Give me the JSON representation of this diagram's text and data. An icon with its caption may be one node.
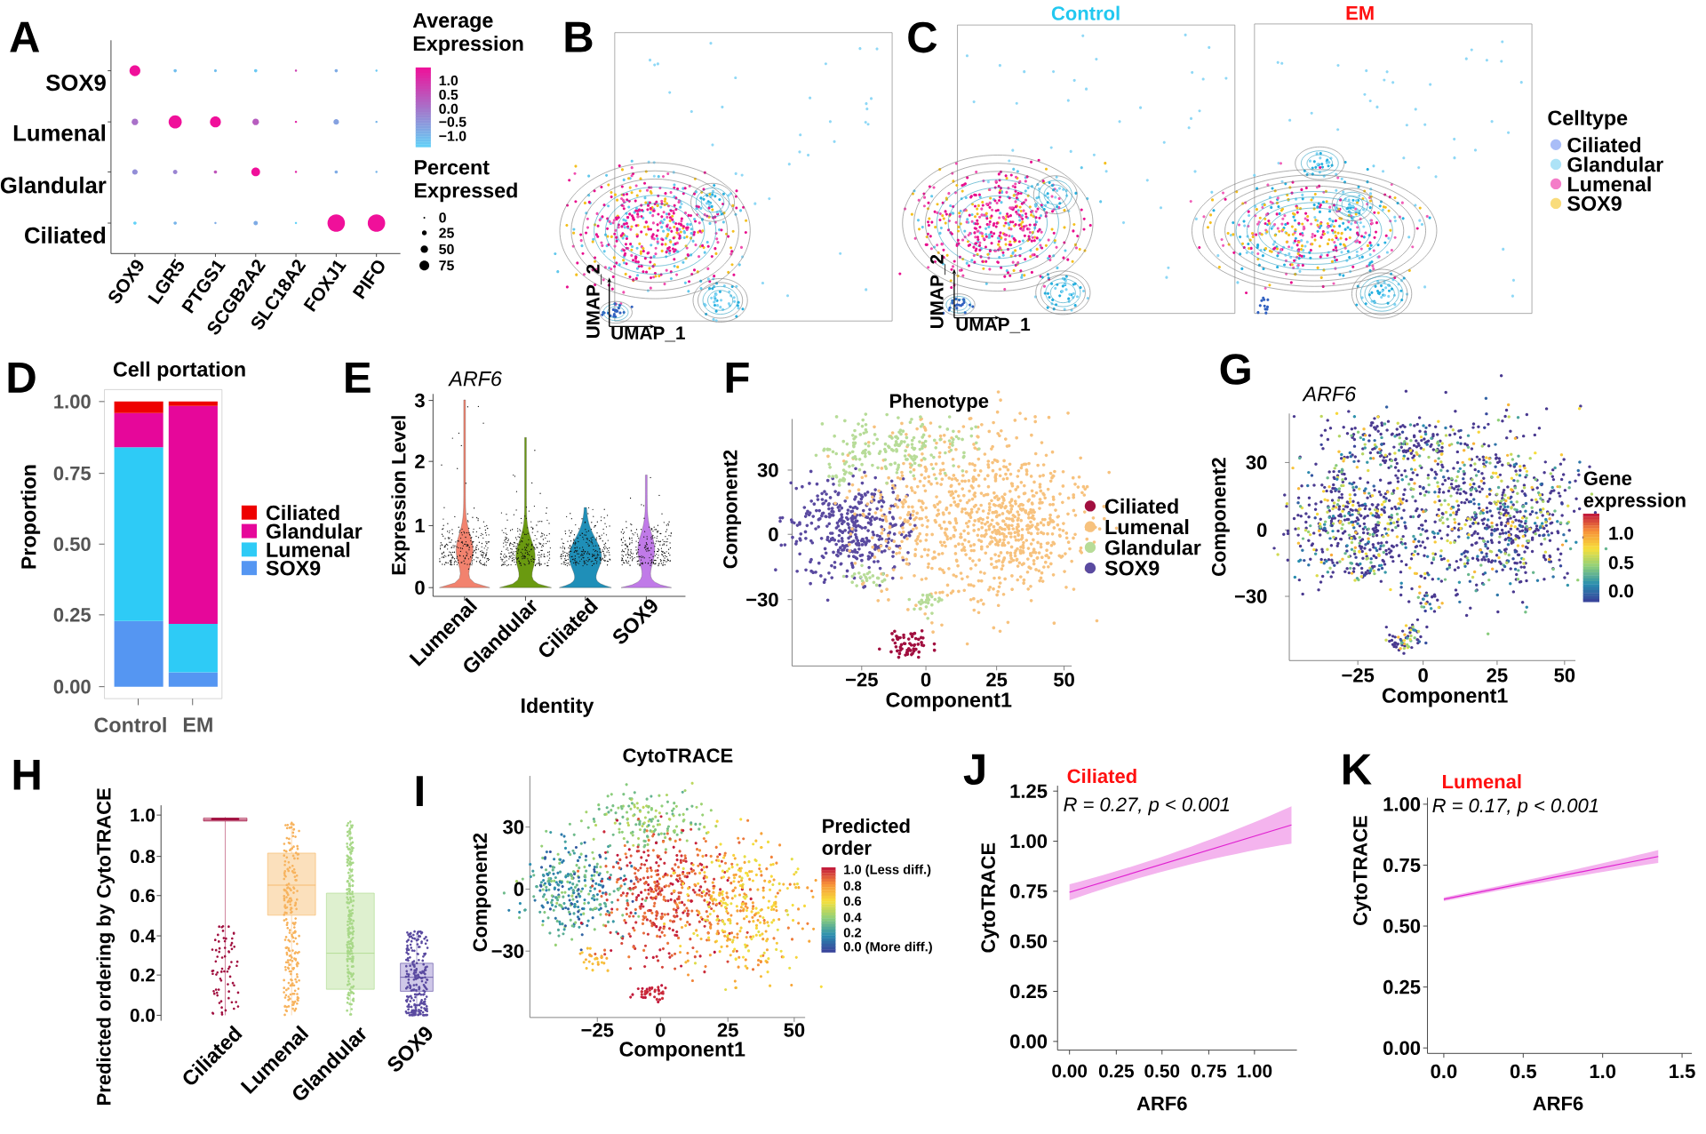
{
  "diagram": {
    "labels": [
      "A",
      "SOX9",
      "Lumenal",
      "Glandular",
      "Ciliated",
      "SOX9",
      "LGR5",
      "PTGS1",
      "SCGB2A2",
      "SLC18A2",
      "FOXJ1",
      "PIFO",
      "Average Expression",
      "1.0",
      "0.5",
      "0.0",
      "−0.5",
      "−1.0",
      "Percent Expressed",
      "B",
      "UMAP_2",
      "UMAP_1",
      "C",
      "Control",
      "EM",
      "UMAP_2",
      "UMAP_1",
      "Celltype",
      "D",
      "Cell portation",
      "Proportion",
      "1.00",
      "0.75",
      "0.50",
      "0.25",
      "0.00",
      "Control",
      "EM",
      "E",
      "ARF6",
      "Expression Level",
      "3",
      "2",
      "1",
      "0",
      "Lumenal",
      "Glandular",
      "Ciliated",
      "SOX9",
      "Identity",
      "F",
      "Phenotype",
      "Component2",
      "30",
      "0",
      "−30",
      "−25",
      "0",
      "25",
      "50",
      "Component1",
      "G",
      "ARF6",
      "Component2",
      "30",
      "0",
      "−30",
      "−25",
      "0",
      "25",
      "50",
      "Component1",
      "Gene expression",
      "1.0",
      "0.5",
      "0.0",
      "H",
      "Predicted ordering by CytoTRACE",
      "1.0",
      "0.8",
      "0.6",
      "0.4",
      "0.2",
      "0.0",
      "Ciliated",
      "Lumenal",
      "Glandular",
      "SOX9",
      "I",
      "CytoTRACE",
      "Component2",
      "30",
      "0",
      "−30",
      "−25",
      "0",
      "25",
      "50",
      "Component1",
      "Predicted order",
      "1.0 (Less diff.)",
      "0.8",
      "0.6",
      "0.4",
      "0.2",
      "0.0 (More diff.)",
      "J",
      "Ciliated",
      "R = 0.27, p < 0.001",
      "CytoTRACE",
      "1.25",
      "1.00",
      "0.75",
      "0.50",
      "0.25",
      "0.00",
      "0.00",
      "0.25",
      "0.50",
      "0.75",
      "1.00",
      "ARF6",
      "K",
      "Lumenal",
      "R = 0.17, p < 0.001",
      "CytoTRACE",
      "1.00",
      "0.75",
      "0.50",
      "0.25",
      "0.00",
      "0.0",
      "0.5",
      "1.0",
      "1.5",
      "ARF6"
    ],
    "legend": [
      {
        "text": "0"
      },
      {
        "text": "25"
      },
      {
        "text": "50"
      },
      {
        "text": "75"
      },
      {
        "text": "Ciliated",
        "color": "#a9bdf7"
      },
      {
        "text": "Glandular",
        "color": "#ade3f7"
      },
      {
        "text": "Lumenal",
        "color": "#f47cc8"
      },
      {
        "text": "SOX9",
        "color": "#f9dc7c"
      },
      {
        "text": "Ciliated",
        "color": "#ee0000"
      },
      {
        "text": "Glandular",
        "color": "#e6079a"
      },
      {
        "text": "Lumenal",
        "color": "#2ecbf6"
      },
      {
        "text": "SOX9",
        "color": "#5596f2"
      },
      {
        "text": "Ciliated",
        "color": "#a10f3f"
      },
      {
        "text": "Lumenal",
        "color": "#f7c27e"
      },
      {
        "text": "Glandular",
        "color": "#b7dc98"
      },
      {
        "text": "SOX9",
        "color": "#5a4aa0"
      }
    ]
  }
}
